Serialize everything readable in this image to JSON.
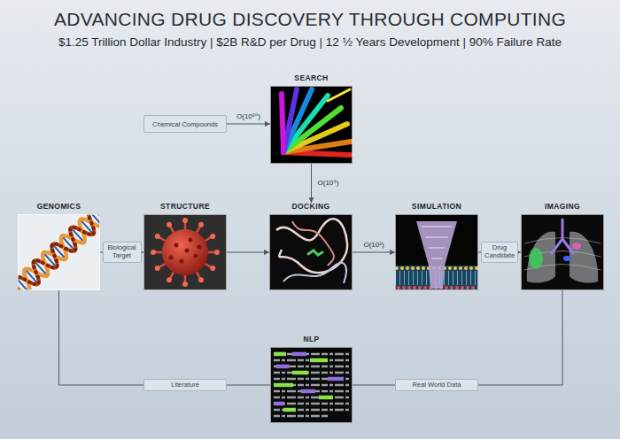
{
  "diagram": {
    "title": "ADVANCING DRUG DISCOVERY THROUGH COMPUTING",
    "nodes": [
      {
        "text": [
          "SEARCH"
        ]
      },
      {
        "text": [
          "Chemical Compounds"
        ]
      },
      {
        "text": [
          "GENOMICS"
        ]
      },
      {
        "text": [
          "STRUCTURE"
        ]
      },
      {
        "text": [
          "DOCKING"
        ]
      },
      {
        "text": [
          "SIMULATION"
        ]
      },
      {
        "text": [
          "IMAGING"
        ]
      },
      {
        "text": [
          "NLP"
        ]
      }
    ],
    "edges": [
      {
        "from": 1,
        "to": 0,
        "label": "O(10⁶⁰)",
        "arrow": "to"
      },
      {
        "from": 0,
        "to": 4,
        "label": "O(10⁹)",
        "arrow": "to"
      },
      {
        "from": 2,
        "to": 3,
        "label": "Biological Target",
        "arrow": "to"
      },
      {
        "from": 3,
        "to": 4,
        "arrow": "to"
      },
      {
        "from": 4,
        "to": 5,
        "label": "O(10²)",
        "arrow": "to"
      },
      {
        "from": 5,
        "to": 6,
        "label": "Drug Candidate",
        "arrow": "to"
      },
      {
        "from": 2,
        "to": 7,
        "label": "Literature",
        "arrow": "none"
      },
      {
        "from": 6,
        "to": 7,
        "label": "Real World Data",
        "arrow": "none"
      }
    ],
    "labels": [
      "$1.25 Trillion Dollar Industry | $2B R&D per Drug | 12 ½ Years Development | 90% Failure Rate"
    ]
  }
}
